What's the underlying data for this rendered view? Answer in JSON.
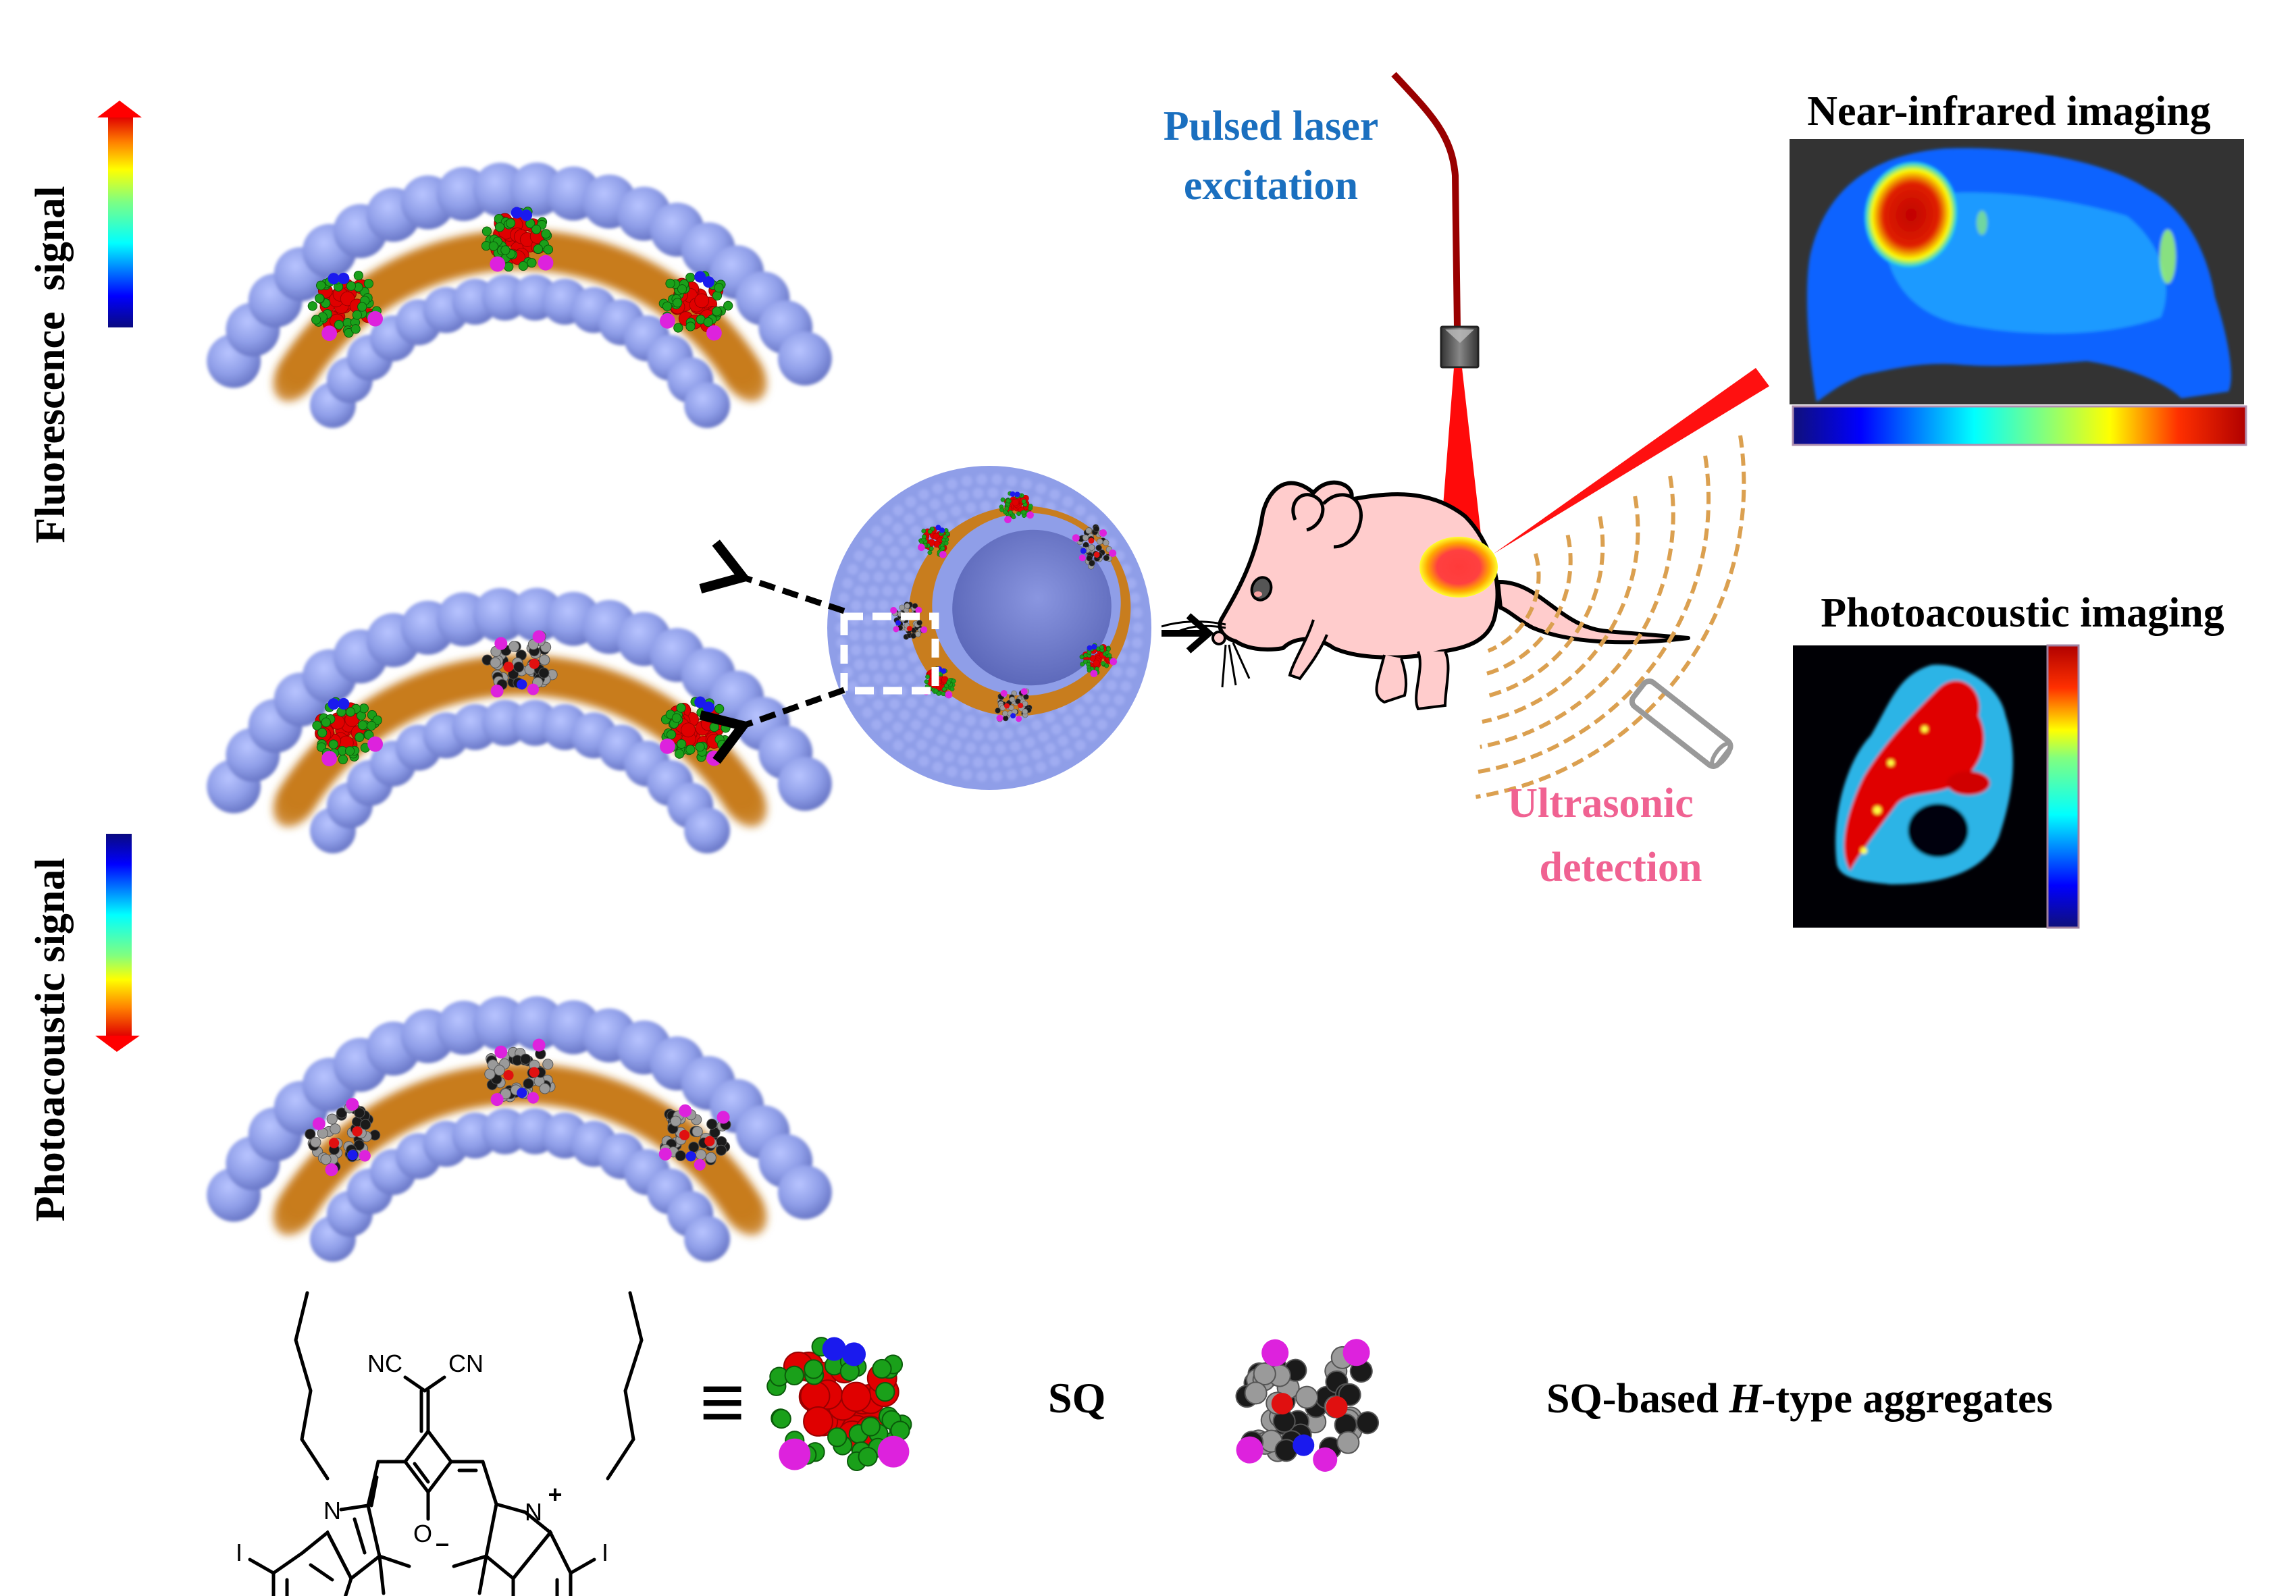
{
  "figure": {
    "left_axis": {
      "fluorescence_label": "Fluorescence  signal",
      "photoacoustic_label": "Photoacoustic signal",
      "fluorescence_direction": "up",
      "photoacoustic_direction": "down"
    },
    "membranes": [
      {
        "name": "membrane-monomer",
        "dyes": [
          "SQ",
          "SQ",
          "SQ"
        ]
      },
      {
        "name": "membrane-mixed",
        "dyes": [
          "SQ",
          "H-aggregate",
          "SQ"
        ]
      },
      {
        "name": "membrane-aggregate",
        "dyes": [
          "H-aggregate",
          "H-aggregate",
          "H-aggregate"
        ]
      }
    ],
    "excitation": {
      "label_line1": "Pulsed laser",
      "label_line2": "excitation"
    },
    "detection": {
      "label_line1": "Ultrasonic",
      "label_line2": "detection"
    },
    "nir_panel": {
      "title": "Near-infrared imaging"
    },
    "pa_panel": {
      "title": "Photoacoustic imaging"
    },
    "structure": {
      "atom_NC": "NC",
      "atom_CN": "CN",
      "atom_N_left": "N",
      "atom_N_right": "N",
      "charge_plus": "+",
      "atom_O": "O",
      "charge_minus": "–",
      "atom_I_left": "I",
      "atom_I_right": "I",
      "equiv_symbol": "≡",
      "sq_label": "SQ",
      "aggregate_label_prefix": "SQ-based ",
      "aggregate_label_italic": "H",
      "aggregate_label_suffix": "-type aggregates"
    },
    "colors": {
      "fluorescence_text": "#000000",
      "laser_text": "#1a6fbf",
      "ultrasonic_text": "#f06292",
      "laser_beam": "#ff0a0a",
      "fiber": "#990000",
      "lipid": "#8f9ee8",
      "core": "#c87d1e",
      "mouse_skin": "#ffcccc",
      "wave": "#dba050"
    }
  }
}
